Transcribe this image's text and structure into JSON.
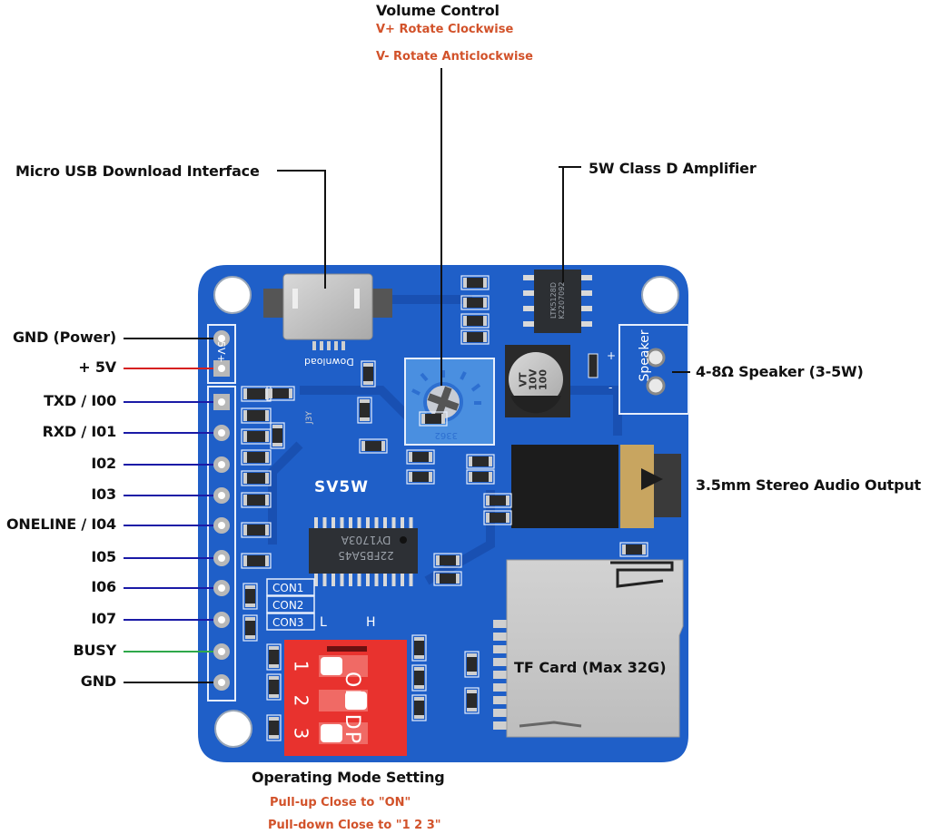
{
  "title": {
    "volume": "Volume Control",
    "volume_cw": "V+ Rotate Clockwise",
    "volume_ccw": "V- Rotate Anticlockwise"
  },
  "callouts": {
    "usb": "Micro USB Download Interface",
    "amplifier": "5W Class D Amplifier",
    "speaker": "4-8Ω Speaker (3-5W)",
    "audio_out": "3.5mm Stereo Audio Output",
    "tf_card": "TF Card (Max 32G)",
    "mode": "Operating Mode Setting",
    "mode_pullup": "Pull-up Close to \"ON\"",
    "mode_pulldown": "Pull-down Close to \"1 2 3\""
  },
  "pins": [
    {
      "label": "GND (Power)",
      "line_color": "#111111"
    },
    {
      "label": "+ 5V",
      "line_color": "#d62020"
    },
    {
      "label": "TXD / I00",
      "line_color": "#1a1aa6"
    },
    {
      "label": "RXD / I01",
      "line_color": "#1a1aa6"
    },
    {
      "label": "I02",
      "line_color": "#1a1aa6"
    },
    {
      "label": "I03",
      "line_color": "#1a1aa6"
    },
    {
      "label": "ONELINE / I04",
      "line_color": "#1a1aa6"
    },
    {
      "label": "I05",
      "line_color": "#1a1aa6"
    },
    {
      "label": "I06",
      "line_color": "#1a1aa6"
    },
    {
      "label": "I07",
      "line_color": "#1a1aa6"
    },
    {
      "label": "BUSY",
      "line_color": "#2ea84a"
    },
    {
      "label": "GND",
      "line_color": "#111111"
    }
  ],
  "board": {
    "name": "SV5W",
    "chip_line1": "22FB5A45",
    "chip_line2": "DY1703A",
    "amp_chip_line1": "LTK5128D",
    "amp_chip_line2": "K2207092",
    "cap_line1": "100",
    "cap_line2": "10V",
    "cap_line3": "VT",
    "pot_code": "3362",
    "power_header": "-5V+",
    "download": "Download",
    "speaker_silk": "Speaker",
    "plus": "+",
    "minus": "-",
    "con": [
      "CON1",
      "CON2",
      "CON3"
    ],
    "low": "L",
    "high": "H",
    "dip_on": "ON",
    "dip_dp": "DP",
    "dip_numbers": [
      "1",
      "2",
      "3"
    ],
    "dip_state": [
      "ON",
      "OFF",
      "ON"
    ],
    "transistor": "J3Y"
  },
  "colors": {
    "pcb": "#1f5fc8",
    "pcb_dark": "#174aa8",
    "callout_red": "#d2522a",
    "dip_red": "#e8322e",
    "pot_blue": "#4a8fe0"
  }
}
